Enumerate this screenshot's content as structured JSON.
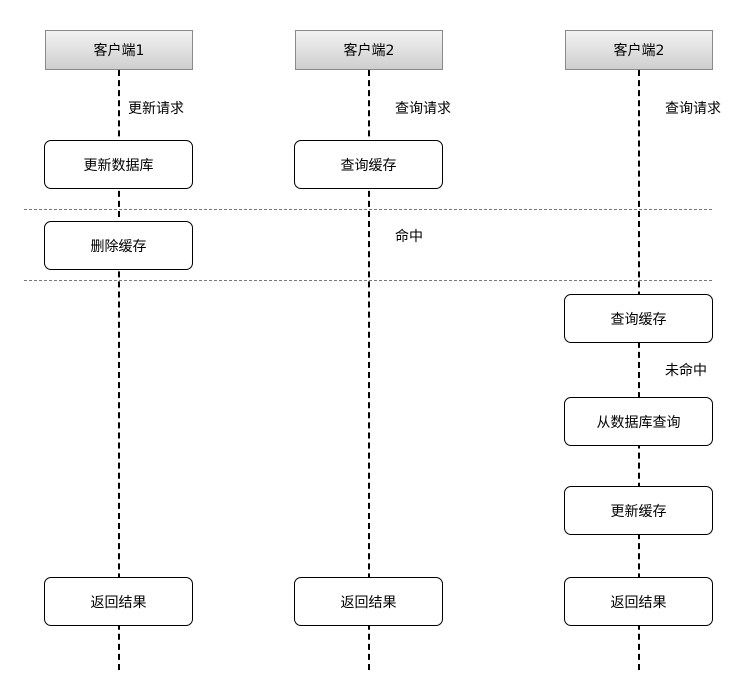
{
  "participants": [
    {
      "name": "客户端1"
    },
    {
      "name": "客户端2"
    },
    {
      "name": "客户端2"
    }
  ],
  "client1": {
    "request_label": "更新请求",
    "steps": [
      "更新数据库",
      "删除缓存",
      "返回结果"
    ]
  },
  "client2": {
    "request_label": "查询请求",
    "steps": [
      "查询缓存",
      "返回结果"
    ],
    "hit_label": "命中"
  },
  "client3": {
    "request_label": "查询请求",
    "steps": [
      "查询缓存",
      "从数据库查询",
      "更新缓存",
      "返回结果"
    ],
    "miss_label": "未命中"
  }
}
